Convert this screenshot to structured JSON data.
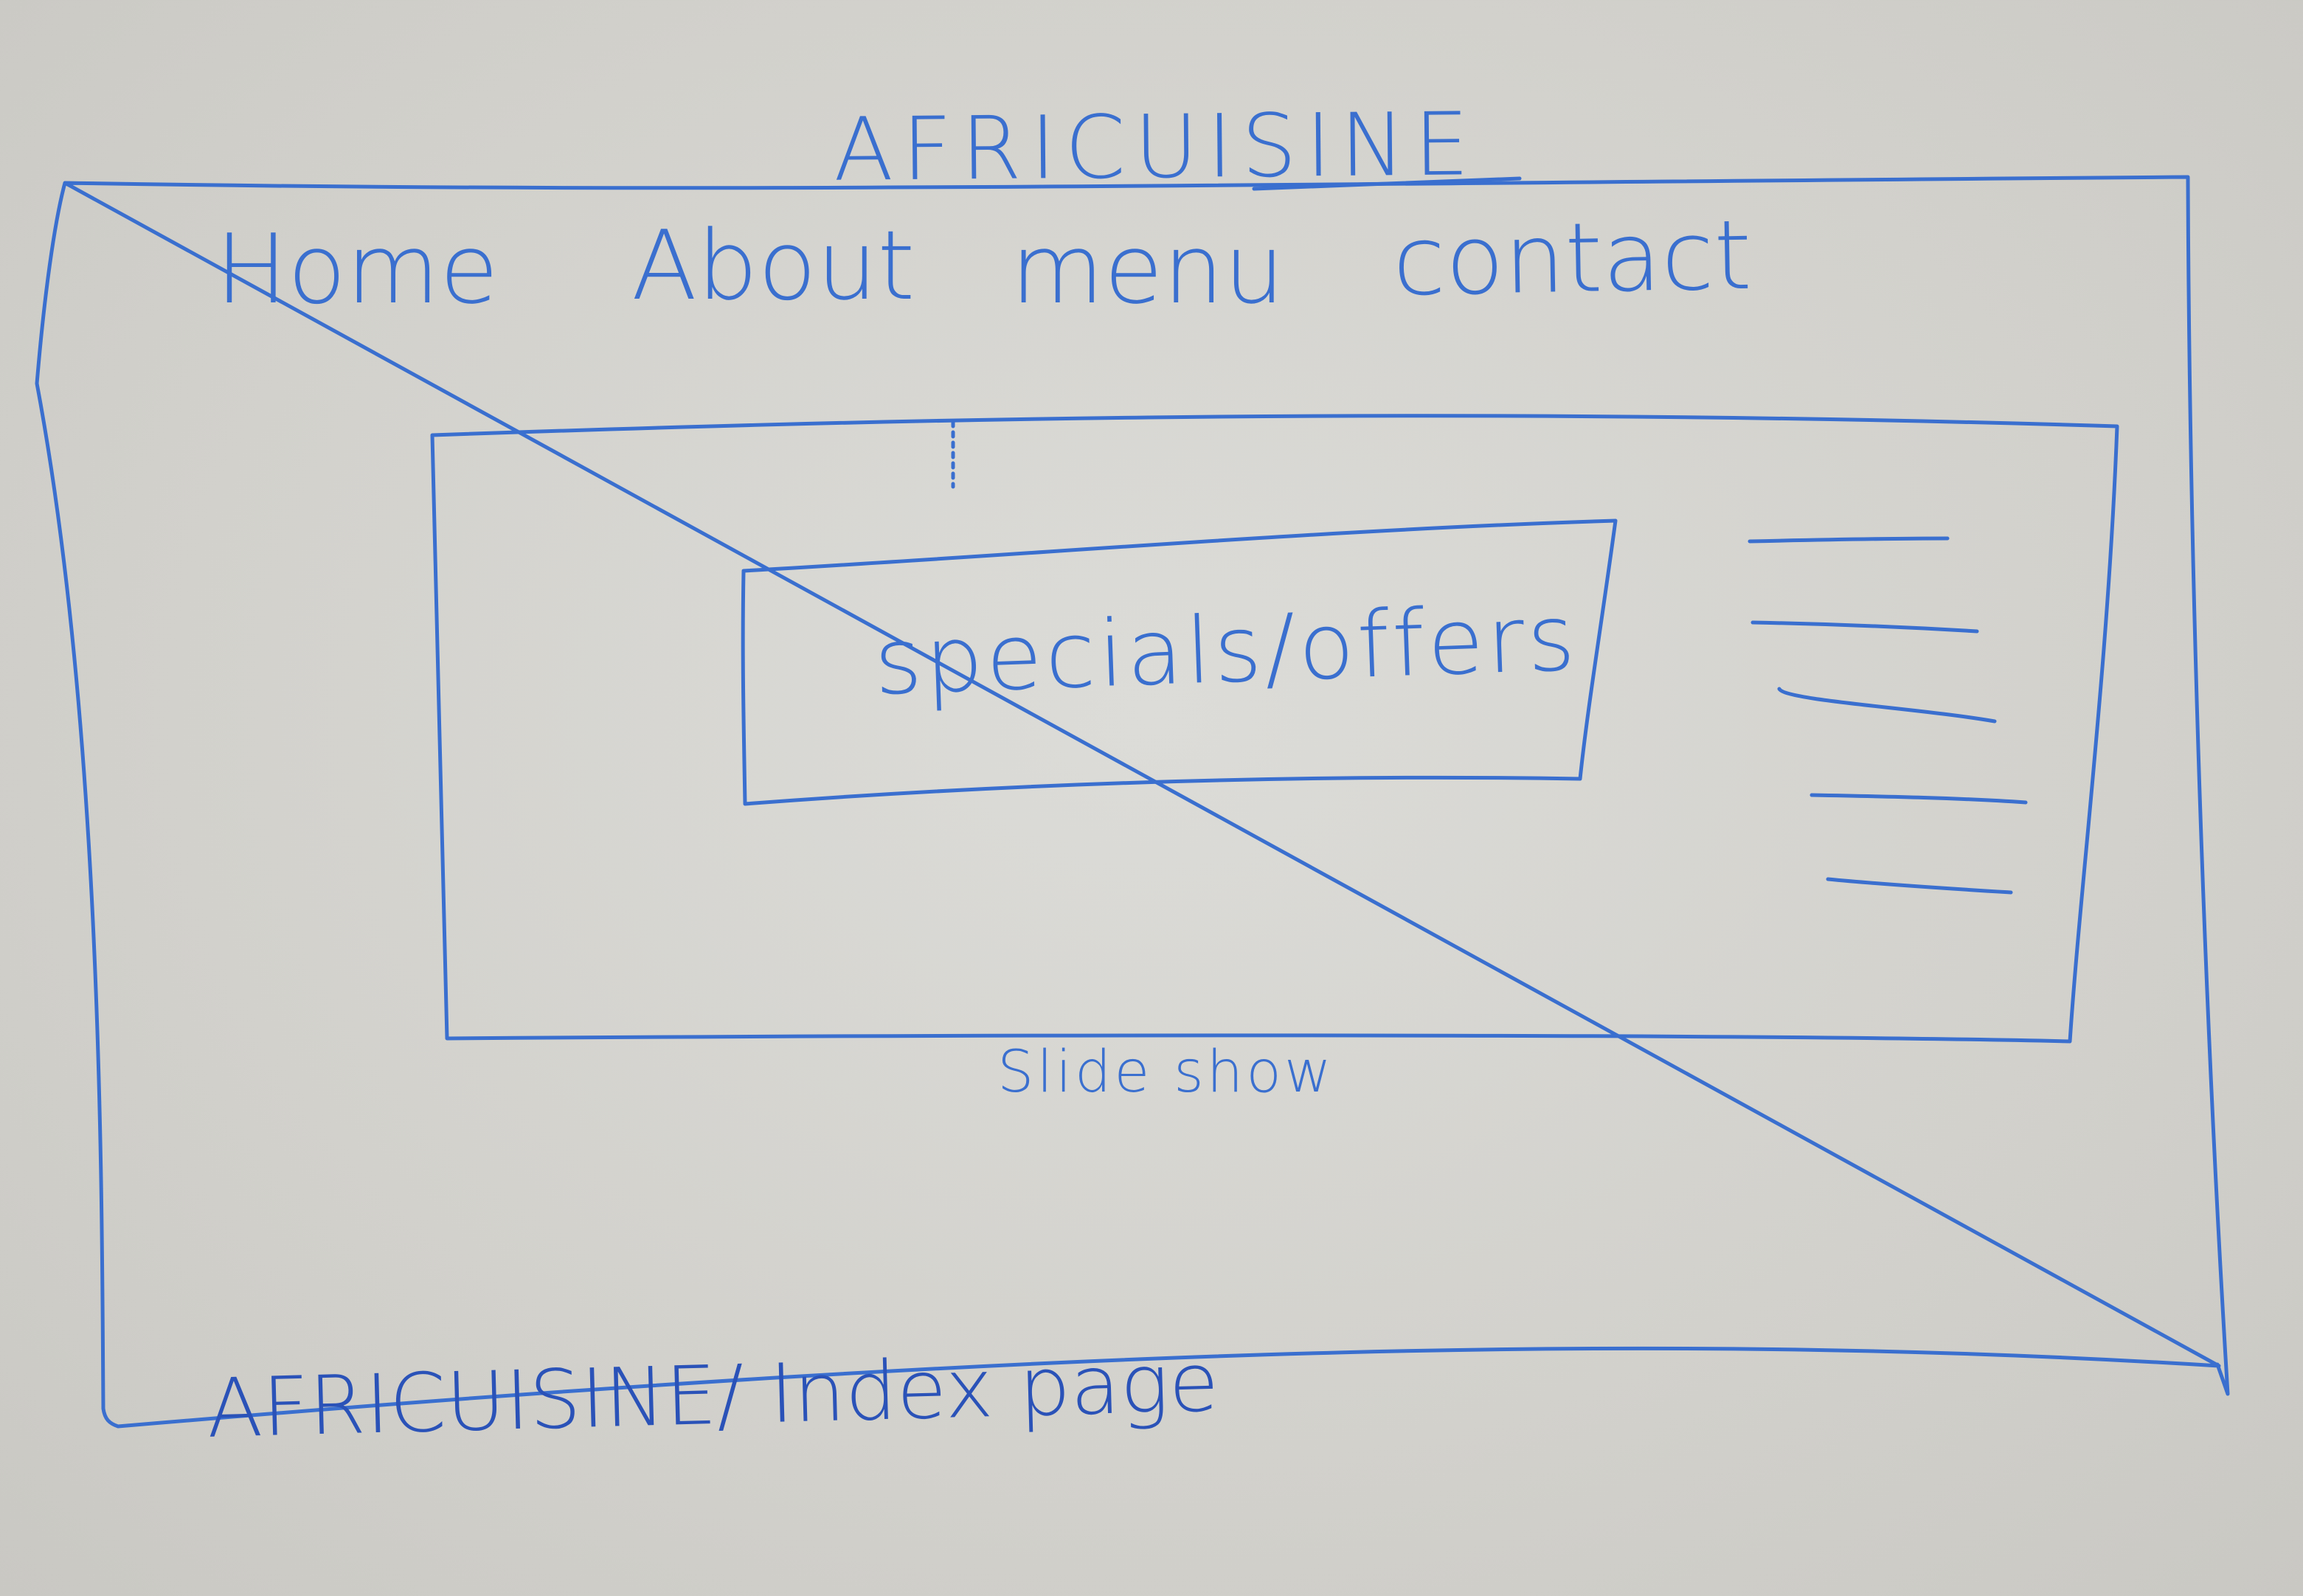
{
  "title": "AFRICUISINE",
  "nav": {
    "items": [
      "Home",
      "About",
      "menu",
      "contact"
    ]
  },
  "specials": "specials/offers",
  "slideshow_label": "Slide show",
  "caption": "AFRICUISINE/ Index page",
  "colors": {
    "ink": "#3a6fcf",
    "ink_dark": "#2a52b8",
    "board": "#d6d5d0"
  }
}
